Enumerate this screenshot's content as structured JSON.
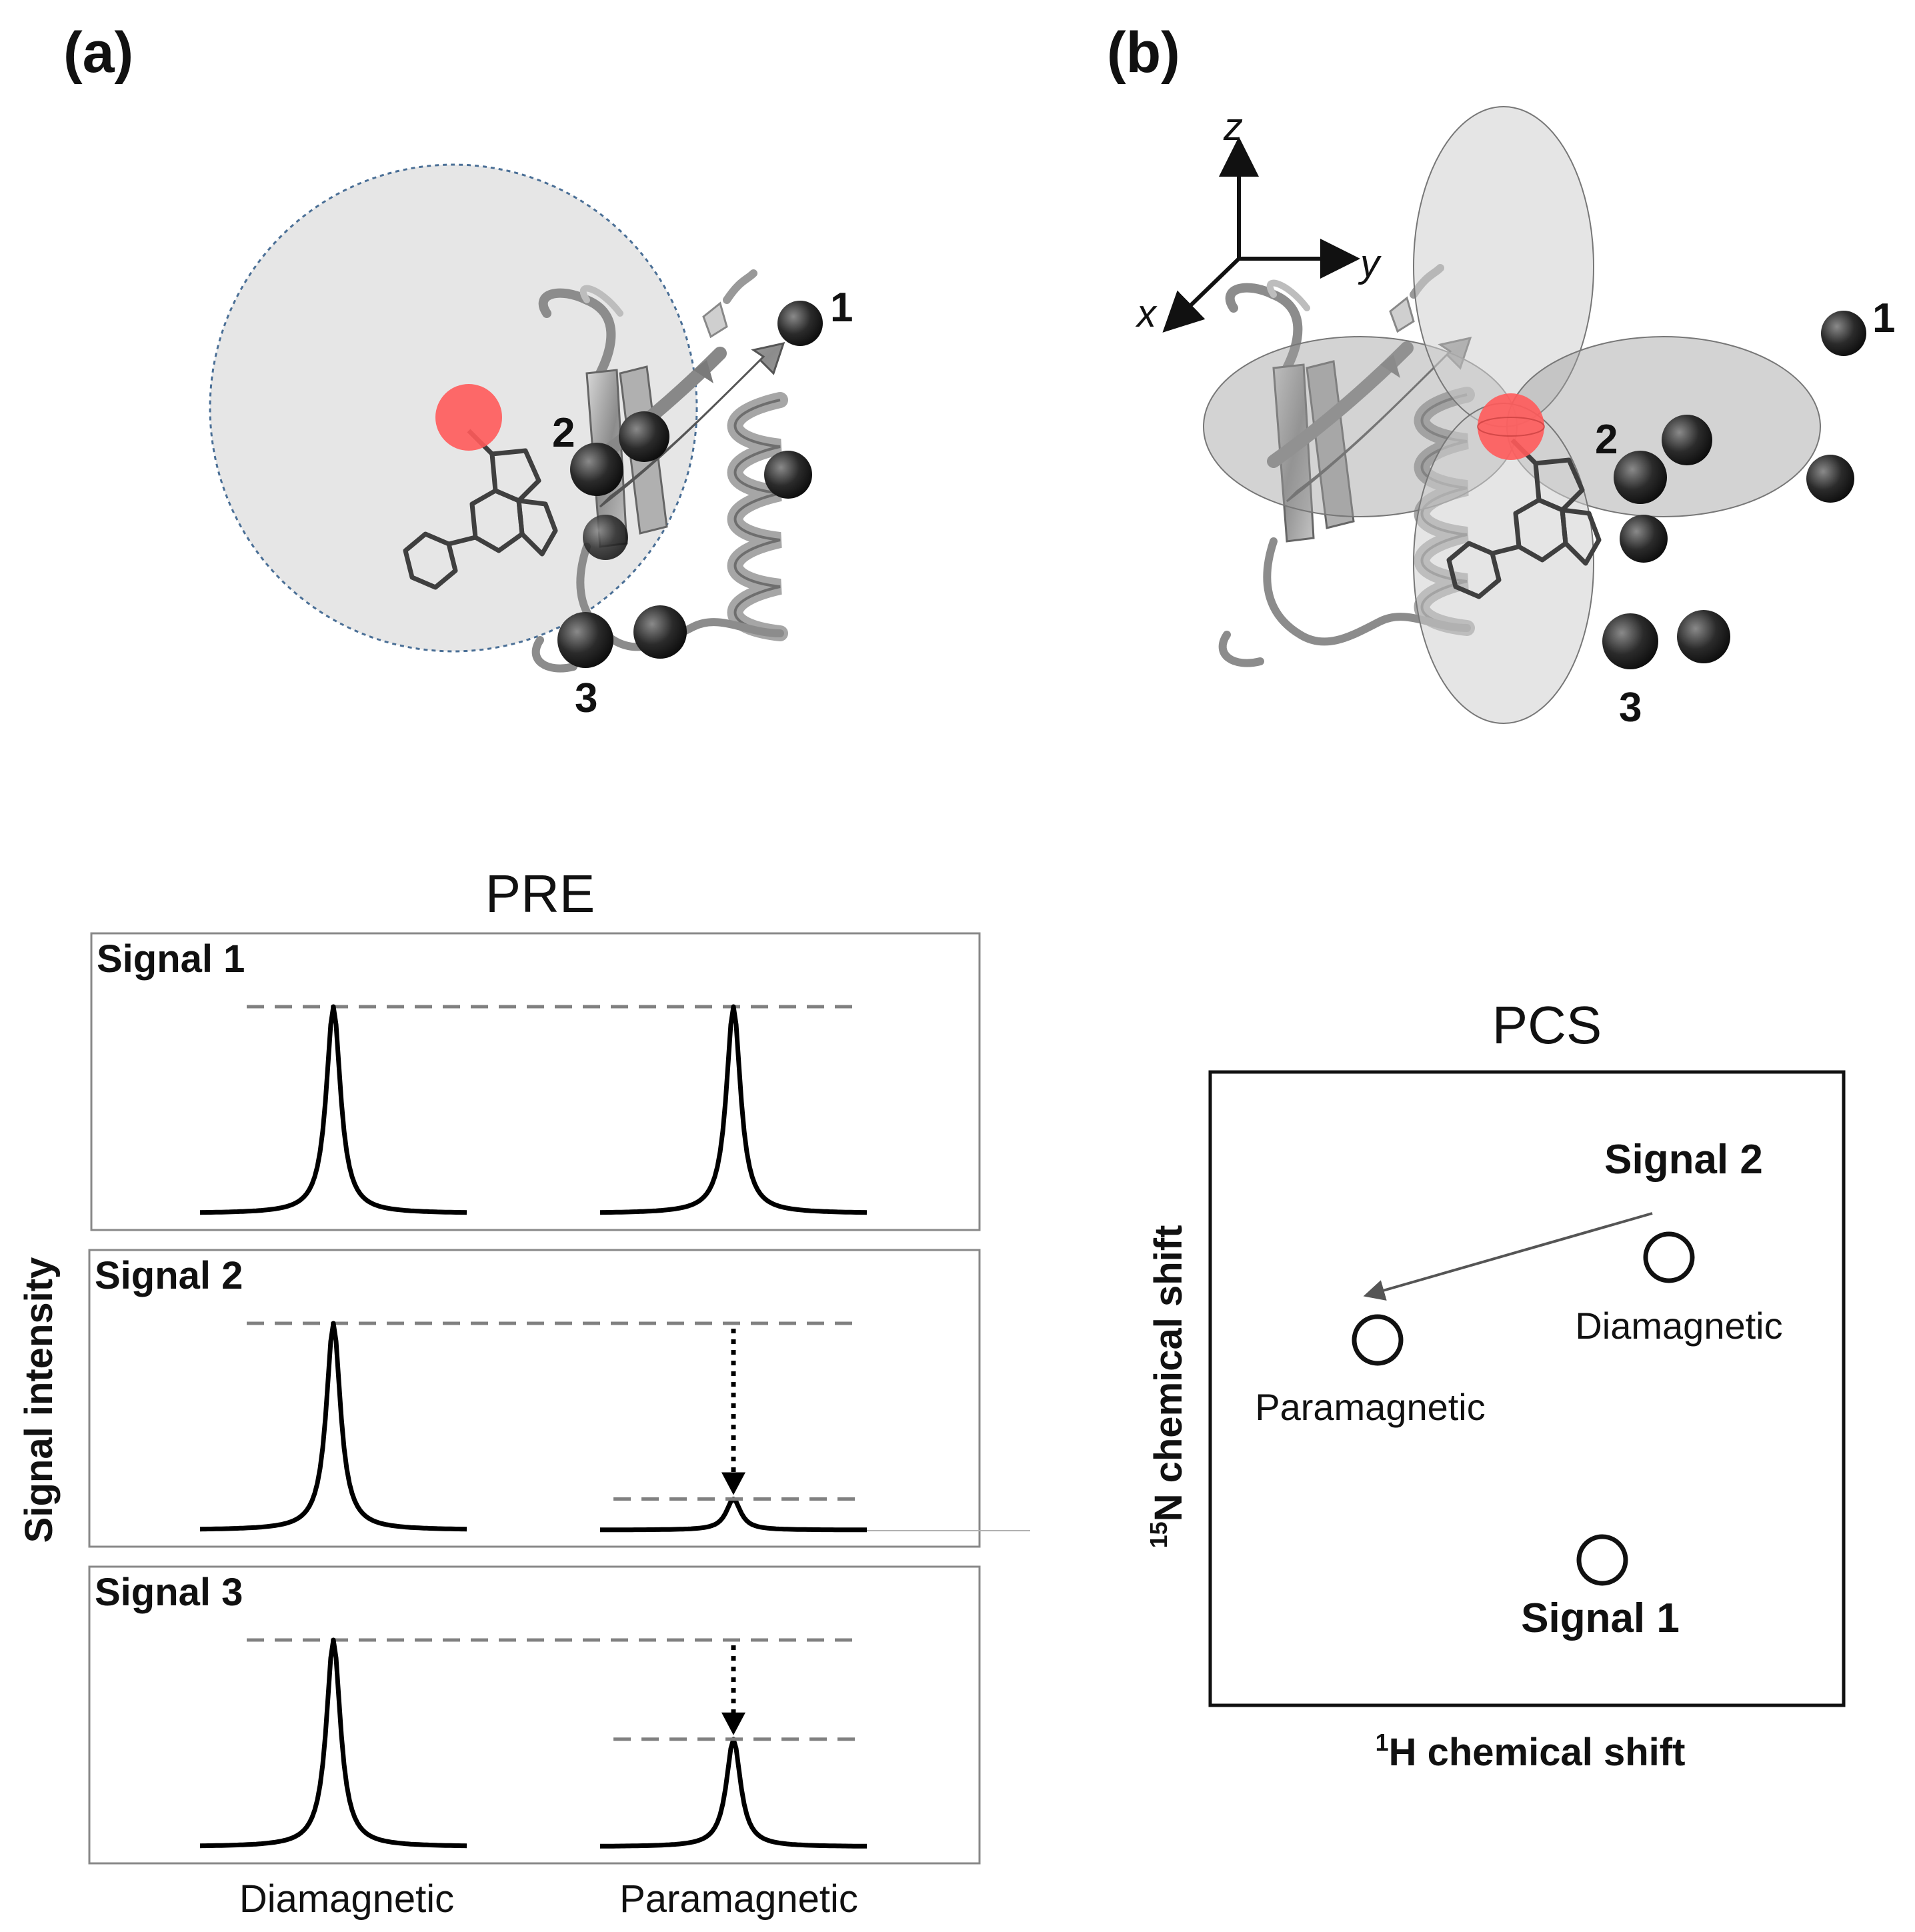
{
  "panels": {
    "a": {
      "label": "(a)"
    },
    "b": {
      "label": "(b)"
    }
  },
  "residue_labels": [
    "1",
    "2",
    "3"
  ],
  "axes3d": {
    "x": "x",
    "y": "y",
    "z": "z"
  },
  "pre": {
    "title": "PRE",
    "ylabel": "Signal intensity",
    "xlabels": [
      "Diamagnetic",
      "Paramagnetic"
    ],
    "signals": [
      {
        "name": "Signal 1",
        "diamagnetic": 1.0,
        "paramagnetic": 1.0
      },
      {
        "name": "Signal 2",
        "diamagnetic": 1.0,
        "paramagnetic": 0.15
      },
      {
        "name": "Signal 3",
        "diamagnetic": 1.0,
        "paramagnetic": 0.52
      }
    ]
  },
  "pcs": {
    "title": "PCS",
    "xlabel_sup": "1",
    "xlabel": "H chemical shift",
    "ylabel_sup": "15",
    "ylabel": "N chemical shift",
    "signal2": "Signal 2",
    "signal1": "Signal 1",
    "diamagnetic": "Diamagnetic",
    "paramagnetic": "Paramagnetic"
  },
  "colors": {
    "metal": "#ff5a5a",
    "sphere": "#d9d9d9",
    "lobe": "#a6a6a6",
    "ribbon": "#9a9a9a",
    "atom": "#222222",
    "dash": "#808080"
  }
}
